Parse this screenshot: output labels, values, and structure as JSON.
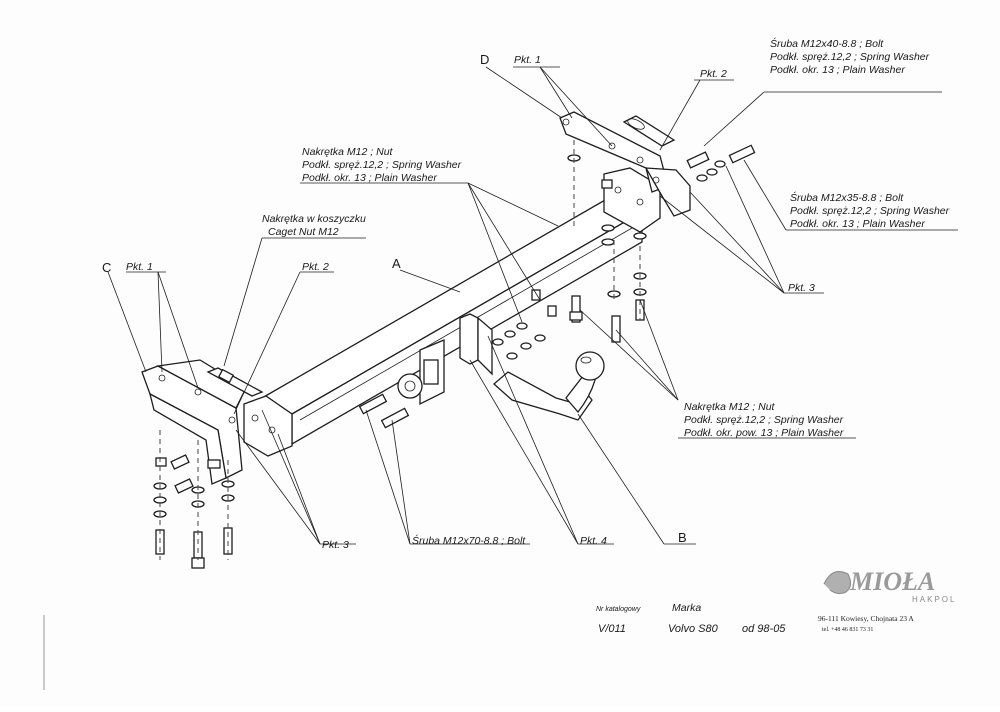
{
  "labels": {
    "d": "D",
    "c": "C",
    "a": "A",
    "b": "B",
    "pkt1": "Pkt. 1",
    "pkt2": "Pkt. 2",
    "pkt3": "Pkt. 3",
    "pkt4": "Pkt. 4"
  },
  "callouts": {
    "top_right_bolt": [
      "Śruba M12x40-8.8 ; Bolt",
      "Podkł. spręż.12,2 ; Spring Washer",
      "Podkł. okr. 13 ; Plain Washer"
    ],
    "right_bolt": [
      "Śruba M12x35-8.8 ; Bolt",
      "Podkł. spręż.12,2 ; Spring Washer",
      "Podkł. okr. 13 ; Plain Washer"
    ],
    "center_nut": [
      "Nakrętka M12 ; Nut",
      "Podkł. spręż.12,2 ; Spring Washer",
      "Podkł. okr. 13 ; Plain Washer"
    ],
    "caged_nut": [
      "Nakrętka w koszyczku",
      "Caget Nut M12"
    ],
    "lower_nut": [
      "Nakrętka M12 ; Nut",
      "Podkł. spręż.12,2 ; Spring Washer",
      "Podkł. okr. pow. 13 ; Plain Washer"
    ],
    "bolt_m12x70": "Śruba M12x70-8.8 ; Bolt"
  },
  "footer": {
    "catalog_label": "Nr katalogowy",
    "catalog_value": "V/011",
    "brand_label": "Marka",
    "brand_value": "Volvo S80",
    "date_value": "od 98-05"
  },
  "company": {
    "logo": "MIOŁA",
    "sub": "HAKPOL",
    "address": "96-111 Kowiesy, Chojnata 23 A",
    "phone": "tel. +48 46 831 73 31"
  }
}
